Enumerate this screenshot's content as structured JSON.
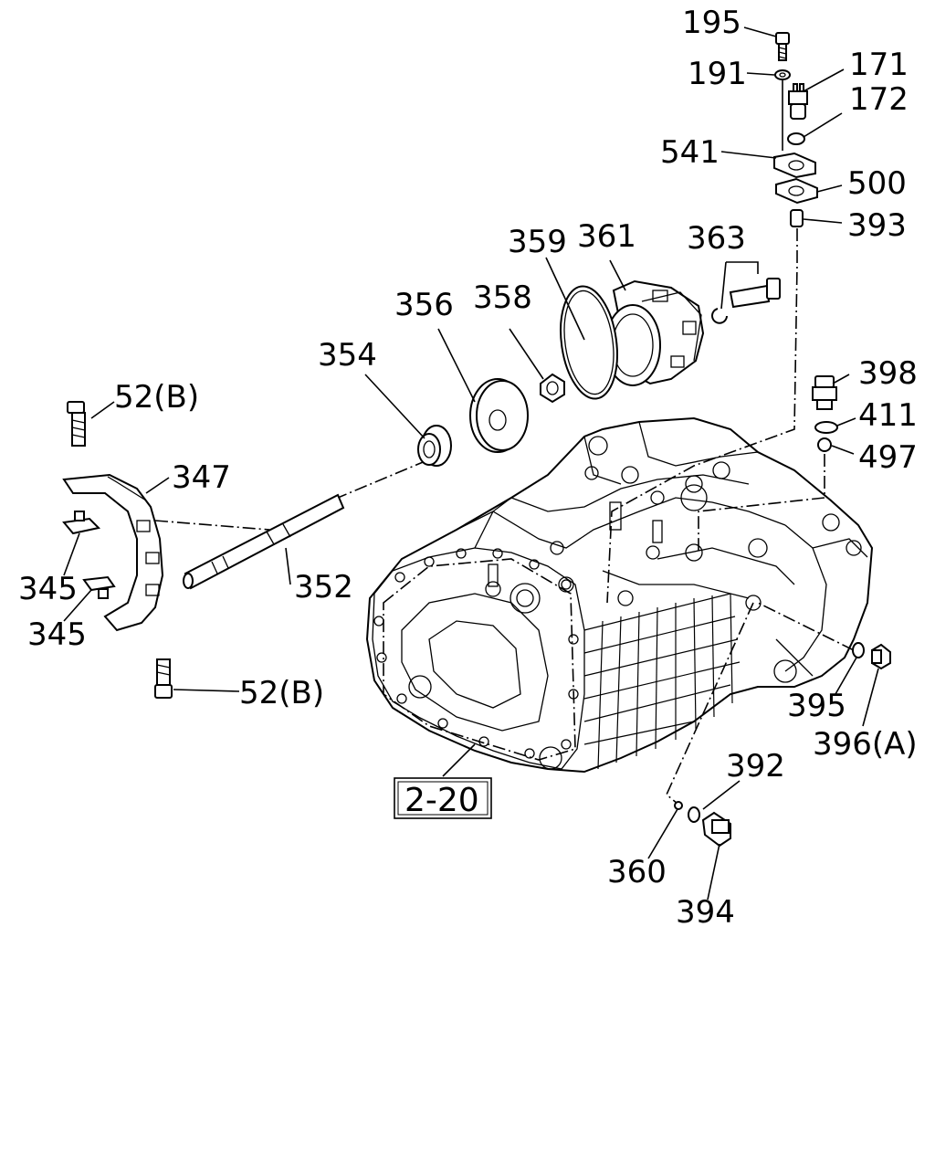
{
  "diagram": {
    "labels": {
      "p195": "195",
      "p191": "191",
      "p171": "171",
      "p172": "172",
      "p541": "541",
      "p500": "500",
      "p393": "393",
      "p359": "359",
      "p361": "361",
      "p363": "363",
      "p356": "356",
      "p358": "358",
      "p354": "354",
      "p398": "398",
      "p411": "411",
      "p497": "497",
      "p52b_top": "52(B)",
      "p347": "347",
      "p345_a": "345",
      "p345_b": "345",
      "p352": "352",
      "p52b_bottom": "52(B)",
      "p395": "395",
      "p396a": "396(A)",
      "p392": "392",
      "p360": "360",
      "p394": "394"
    },
    "reference_box": "2-20"
  }
}
